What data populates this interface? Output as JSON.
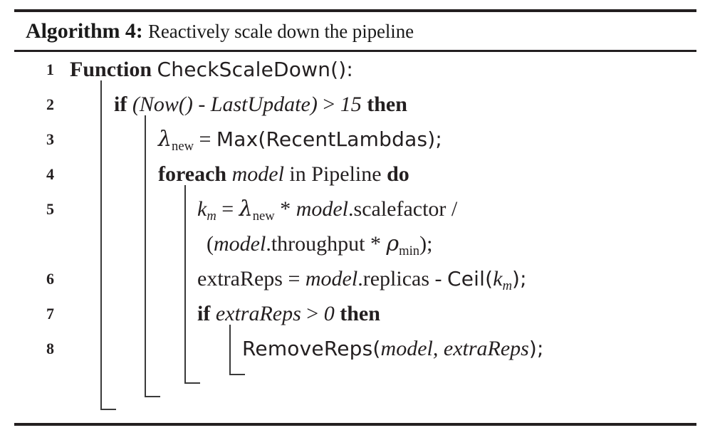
{
  "figure": {
    "caption_label": "Algorithm 4:",
    "caption_title": "Reactively scale down the pipeline"
  },
  "code": {
    "lines": [
      {
        "no": "1",
        "indent": 0
      },
      {
        "no": "2",
        "indent": 1
      },
      {
        "no": "3",
        "indent": 2
      },
      {
        "no": "4",
        "indent": 2
      },
      {
        "no": "5",
        "indent": 3
      },
      {
        "no": "",
        "indent": 3
      },
      {
        "no": "6",
        "indent": 3
      },
      {
        "no": "7",
        "indent": 3
      },
      {
        "no": "8",
        "indent": 4
      }
    ],
    "line1": {
      "keyword": "Function",
      "call": "CheckScaleDown():"
    },
    "line2": {
      "keyword_if": "if",
      "cond_open": "(Now() - LastUpdate)",
      "cmp": ">",
      "value": "15",
      "keyword_then": "then"
    },
    "line3": {
      "lhs_symbol": "λ",
      "lhs_sub": "new",
      "eq": "=",
      "call": "Max(RecentLambdas);"
    },
    "line4": {
      "keyword_foreach": "foreach",
      "var": "model",
      "in": "in",
      "collection": "Pipeline",
      "keyword_do": "do"
    },
    "line5a": {
      "lhs_symbol": "k",
      "lhs_sub": "m",
      "eq": "=",
      "lambda": "λ",
      "lambda_sub": "new",
      "star": "*",
      "var": "model",
      "field": ".scalefactor",
      "slash": "/"
    },
    "line5b": {
      "open": "(",
      "var": "model",
      "field": ".throughput",
      "star": "*",
      "rho": "ρ",
      "rho_sub": "min",
      "close": ");"
    },
    "line6": {
      "lhs": "extraReps",
      "eq": "=",
      "var": "model",
      "field": ".replicas",
      "minus": "-",
      "call": "Ceil(",
      "arg_symbol": "k",
      "arg_sub": "m",
      "call_close": ");"
    },
    "line7": {
      "keyword_if": "if",
      "var": "extraReps",
      "cmp": ">",
      "value": "0",
      "keyword_then": "then"
    },
    "line8": {
      "call_open": "RemoveReps(",
      "arg1": "model,",
      "arg2": "extraReps",
      "call_close": ");"
    }
  },
  "colors": {
    "ink": "#231f20",
    "rule": "#231f20",
    "guide": "#3a3a3a",
    "background": "#ffffff"
  }
}
